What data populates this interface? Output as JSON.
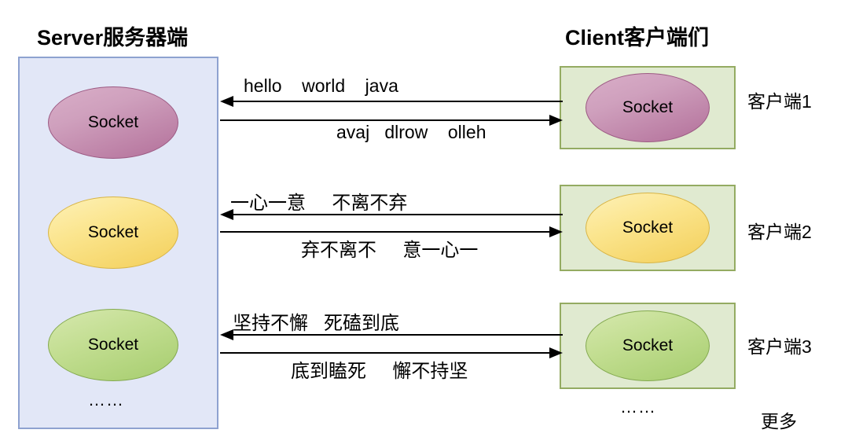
{
  "diagram": {
    "server": {
      "title": "Server服务器端",
      "box_fill": "#e2e7f7",
      "box_border": "#8ea2d0",
      "sockets": [
        {
          "label": "Socket",
          "color": "purple"
        },
        {
          "label": "Socket",
          "color": "yellow"
        },
        {
          "label": "Socket",
          "color": "green"
        }
      ],
      "ellipsis": "……"
    },
    "client": {
      "title": "Client客户端们",
      "box_fill": "#e0ead0",
      "box_border": "#94ab62",
      "sockets": [
        {
          "label": "Socket",
          "color": "purple"
        },
        {
          "label": "Socket",
          "color": "yellow"
        },
        {
          "label": "Socket",
          "color": "green"
        }
      ],
      "labels": [
        "客户端1",
        "客户端2",
        "客户端3"
      ],
      "ellipsis": "……",
      "more_label": "更多"
    },
    "exchanges": [
      {
        "id": "exchange-1",
        "client_to_server": "hello    world    java",
        "server_to_client": "avaj   dlrow    olleh",
        "script": "latin"
      },
      {
        "id": "exchange-2",
        "client_to_server": "一心一意     不离不弃",
        "server_to_client": "弃不离不     意一心一",
        "script": "cjk"
      },
      {
        "id": "exchange-3",
        "client_to_server": "坚持不懈   死磕到底",
        "server_to_client": "底到瞌死     懈不持坚",
        "script": "cjk"
      }
    ]
  }
}
